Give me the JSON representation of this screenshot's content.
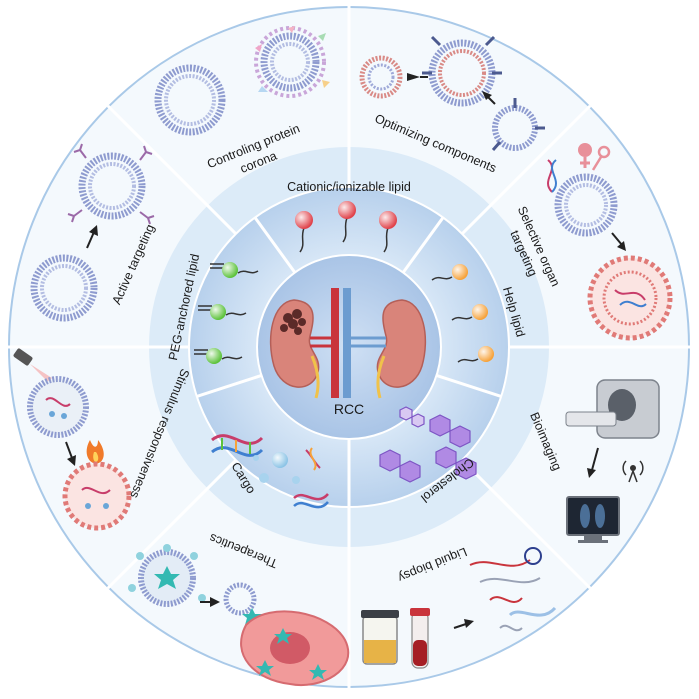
{
  "center": {
    "label": "RCC"
  },
  "inner_ring": [
    {
      "id": "cationic-ionizable-lipid",
      "label": "Cationic/ionizable lipid"
    },
    {
      "id": "help-lipid",
      "label": "Help lipid"
    },
    {
      "id": "cholesterol",
      "label": "Cholesterol"
    },
    {
      "id": "cargo",
      "label": "Cargo"
    },
    {
      "id": "peg-anchored-lipid",
      "label": "PEG-anchored lipid"
    }
  ],
  "outer_ring": [
    {
      "id": "controlling-protein-corona",
      "label_line1": "Controling protein",
      "label_line2": "corona"
    },
    {
      "id": "optimizing-components",
      "label_line1": "Optimizing components",
      "label_line2": ""
    },
    {
      "id": "selective-organ-targeting",
      "label_line1": "Selective organ",
      "label_line2": "targeting"
    },
    {
      "id": "bioimaging",
      "label_line1": "Bioimaging",
      "label_line2": ""
    },
    {
      "id": "liquid-biopsy",
      "label_line1": "Liquid biopsy",
      "label_line2": ""
    },
    {
      "id": "therapeutics",
      "label_line1": "Therapeutics",
      "label_line2": ""
    },
    {
      "id": "stimulus-responsiveness",
      "label_line1": "Stimulus responsiveness",
      "label_line2": ""
    },
    {
      "id": "active-targeting",
      "label_line1": "Active targeting",
      "label_line2": ""
    }
  ],
  "colors": {
    "outer_ring_fill": "#f3f8fd",
    "outer_border": "#b9d3ec",
    "label_band": "#dcebf8",
    "inner_ring_fill": "#cfe2f5",
    "center_fill": "#bcd3ee",
    "lipid_red": "#e0424a",
    "lipid_orange": "#f6a23a",
    "lipid_green": "#5cc23a",
    "cholesterol_purple": "#9a6bd8",
    "kidney": "#d9847a",
    "vessel_red": "#c9343c",
    "vessel_blue": "#6c9cd0",
    "lnp_ring": "#9aa6d6"
  }
}
